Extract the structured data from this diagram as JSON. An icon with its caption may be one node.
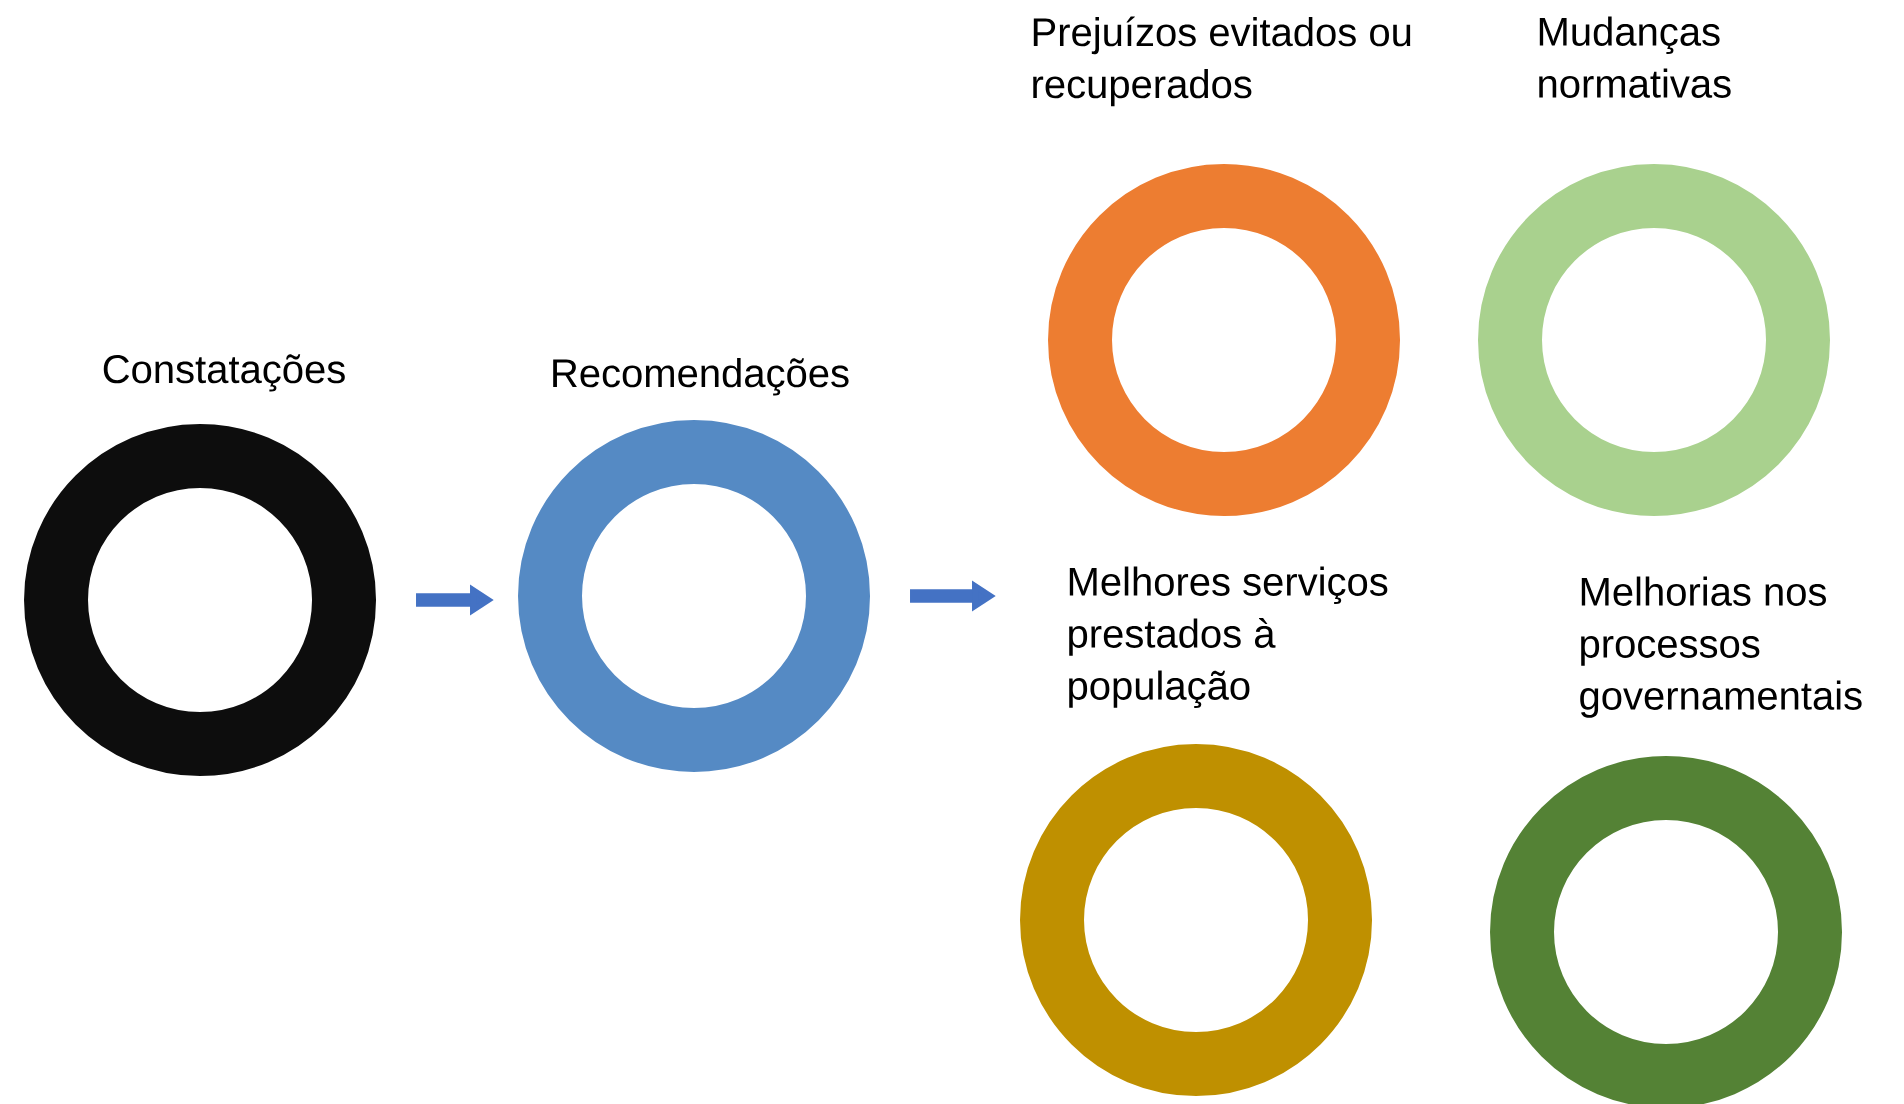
{
  "diagram": {
    "nodes": [
      {
        "text": [
          "Constatações"
        ]
      },
      {
        "text": [
          "Recomendações"
        ]
      },
      {
        "text": [
          "Prejuízos evitados ou recuperados"
        ]
      },
      {
        "text": [
          "Mudanças normativas"
        ]
      },
      {
        "text": [
          "Melhores serviços prestados à população"
        ]
      },
      {
        "text": [
          "Melhorias nos processos governamentais"
        ]
      }
    ],
    "edges": [
      {
        "from": 0,
        "to": 1,
        "arrow": "to"
      },
      {
        "from": 1,
        "to": 4,
        "arrow": "to"
      }
    ]
  }
}
